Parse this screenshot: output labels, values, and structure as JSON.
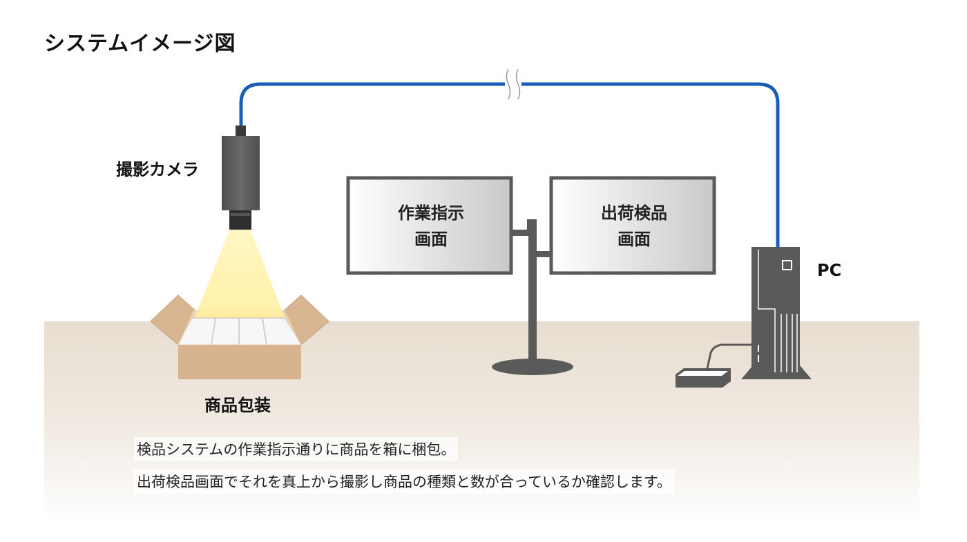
{
  "title": "システムイメージ図",
  "labels": {
    "camera": "撮影カメラ",
    "package": "商品包装",
    "pc": "PC"
  },
  "monitors": {
    "left": {
      "line1": "作業指示",
      "line2": "画面"
    },
    "right": {
      "line1": "出荷検品",
      "line2": "画面"
    }
  },
  "captions": [
    "検品システムの作業指示通りに商品を箱に梱包。",
    "出荷検品画面でそれを真上から撮影し商品の種類と数が合っているか確認します。"
  ],
  "colors": {
    "cable": "#1a5eb8",
    "device": "#5a5a5a",
    "floor": "#ece2d6",
    "box": "#d7b48f",
    "light": "#fff2a8"
  }
}
